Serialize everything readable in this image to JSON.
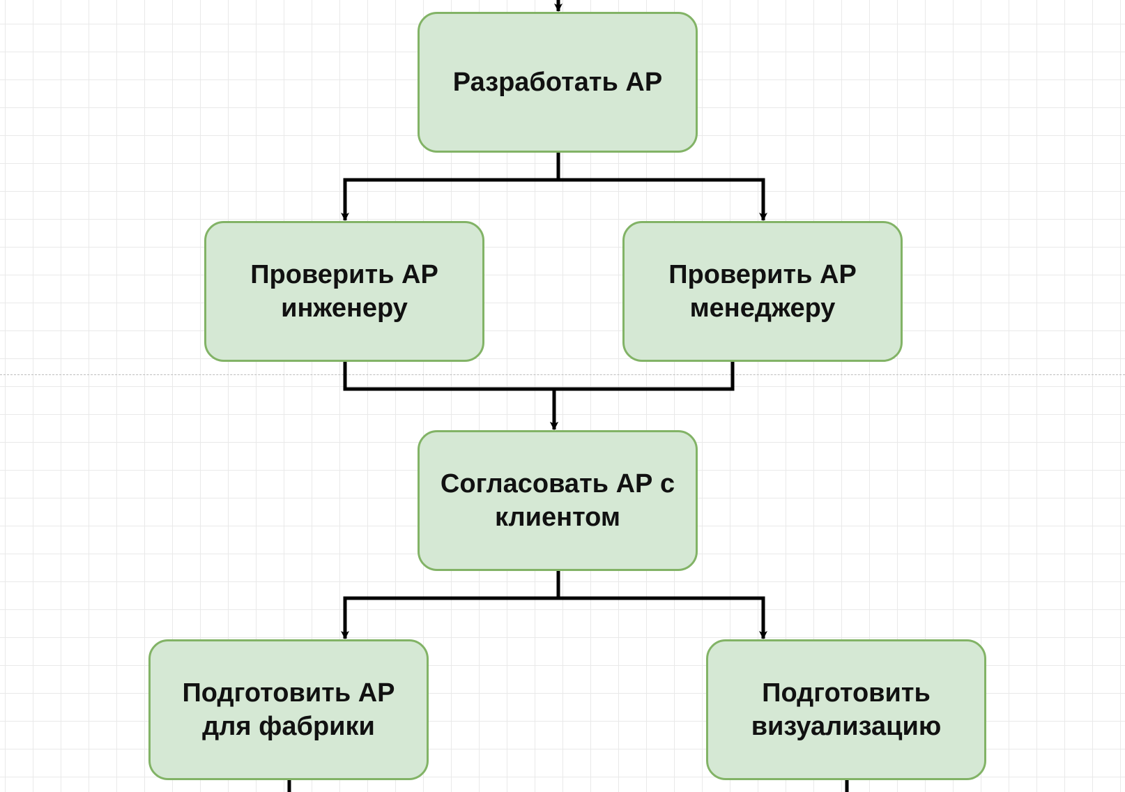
{
  "diagram": {
    "nodes": [
      {
        "id": "develop-ar",
        "label": "Разработать АР"
      },
      {
        "id": "check-ar-engineer",
        "label": "Проверить АР инженеру"
      },
      {
        "id": "check-ar-manager",
        "label": "Проверить АР менеджеру"
      },
      {
        "id": "approve-ar-client",
        "label": "Согласовать АР с клиентом"
      },
      {
        "id": "prepare-ar-factory",
        "label": "Подготовить АР для фабрики"
      },
      {
        "id": "prepare-visualization",
        "label": "Подготовить визуализацию"
      }
    ],
    "edges": [
      {
        "from": "develop-ar",
        "to": "check-ar-engineer"
      },
      {
        "from": "develop-ar",
        "to": "check-ar-manager"
      },
      {
        "from": "check-ar-engineer",
        "to": "approve-ar-client"
      },
      {
        "from": "check-ar-manager",
        "to": "approve-ar-client"
      },
      {
        "from": "approve-ar-client",
        "to": "prepare-ar-factory"
      },
      {
        "from": "approve-ar-client",
        "to": "prepare-visualization"
      }
    ],
    "colors": {
      "node_fill": "#d5e8d4",
      "node_stroke": "#82b366",
      "edge": "#000000",
      "grid": "#e9e9e9"
    }
  }
}
